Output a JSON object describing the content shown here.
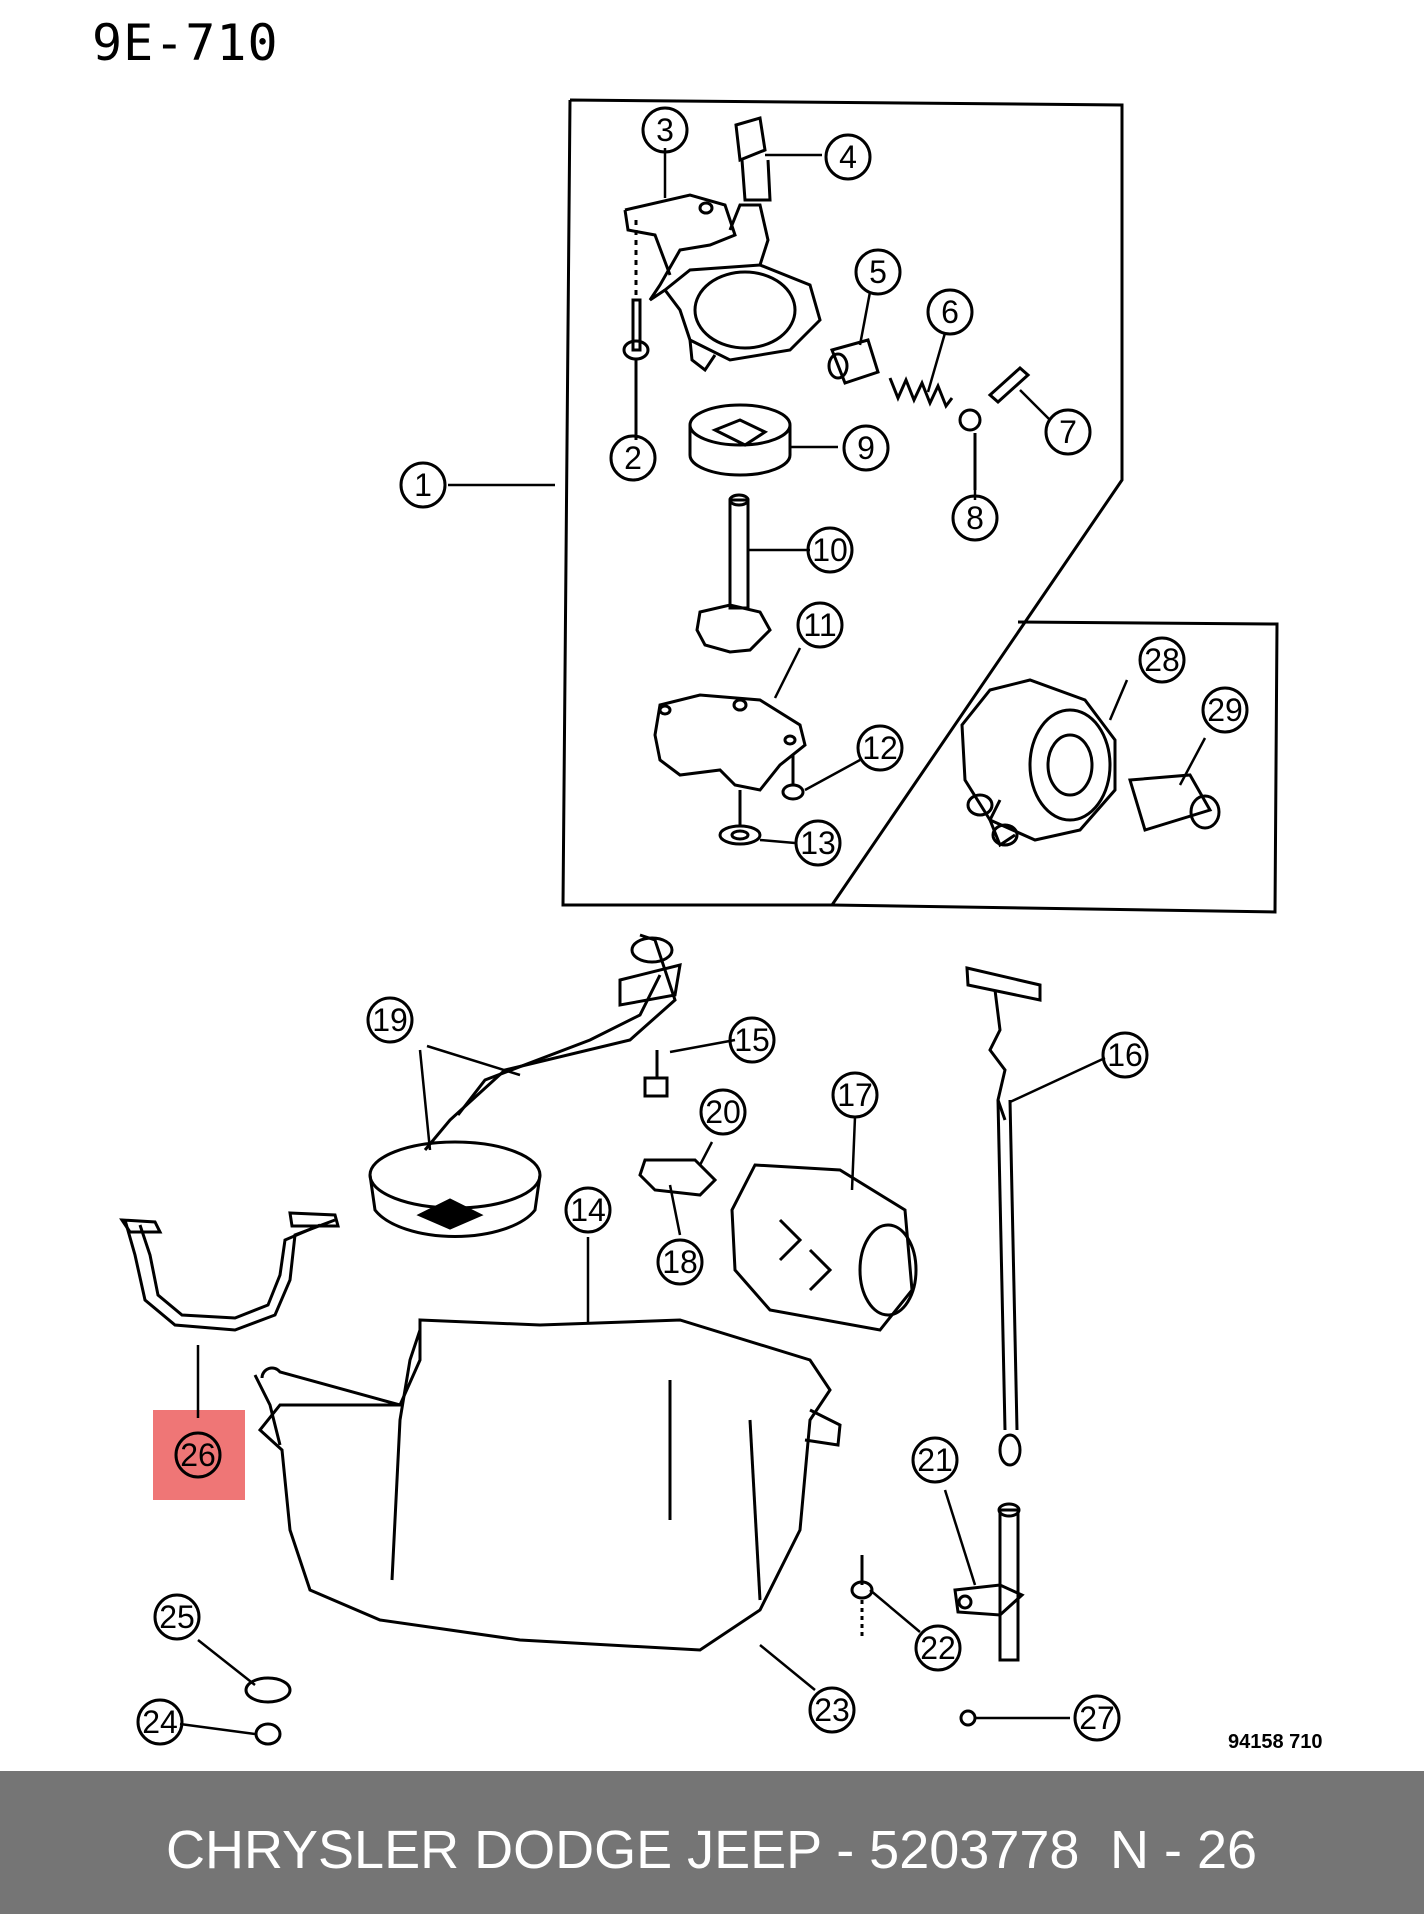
{
  "page_code": "9E-710",
  "ref_code": "94158 710",
  "highlighted_part": "26",
  "callouts": [
    "1",
    "2",
    "3",
    "4",
    "5",
    "6",
    "7",
    "8",
    "9",
    "10",
    "11",
    "12",
    "13",
    "14",
    "15",
    "16",
    "17",
    "18",
    "19",
    "20",
    "21",
    "22",
    "23",
    "24",
    "25",
    "26",
    "27",
    "28",
    "29"
  ],
  "footer": {
    "text": "CHRYSLER DODGE JEEP - 5203778",
    "page": "N - 26",
    "background": "#757575"
  },
  "colors": {
    "highlight": "#eb5050",
    "line": "#000000"
  }
}
